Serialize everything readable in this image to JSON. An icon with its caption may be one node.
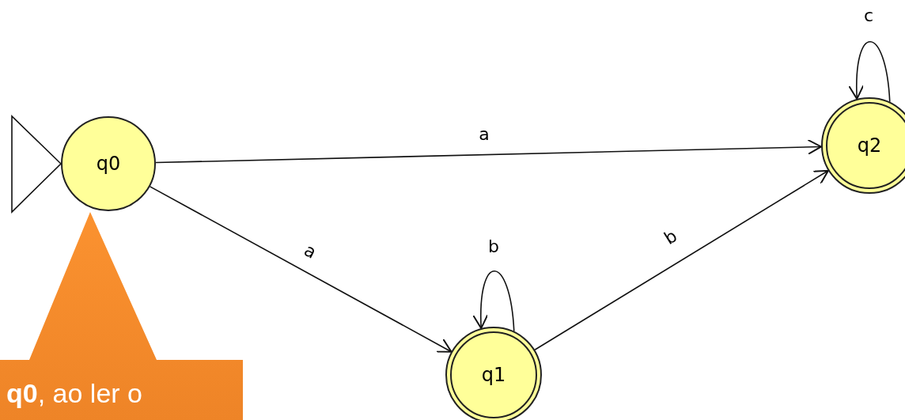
{
  "diagram": {
    "nodes": [
      {
        "text": [
          "q0"
        ]
      },
      {
        "text": [
          "q1"
        ]
      },
      {
        "text": [
          "q2"
        ]
      },
      {
        "text": [
          "**q0**, ao ler o"
        ]
      }
    ],
    "edges": [
      {
        "from": null,
        "to": 0,
        "arrow": "to"
      },
      {
        "from": 0,
        "to": 2,
        "arrow": "to",
        "label": "a"
      },
      {
        "from": 0,
        "to": 1,
        "arrow": "to",
        "label": "a"
      },
      {
        "from": 1,
        "to": 1,
        "arrow": "to",
        "label": "b"
      },
      {
        "from": 1,
        "to": 2,
        "arrow": "to",
        "label": "b"
      },
      {
        "from": 2,
        "to": 2,
        "arrow": "to",
        "label": "c"
      }
    ]
  }
}
